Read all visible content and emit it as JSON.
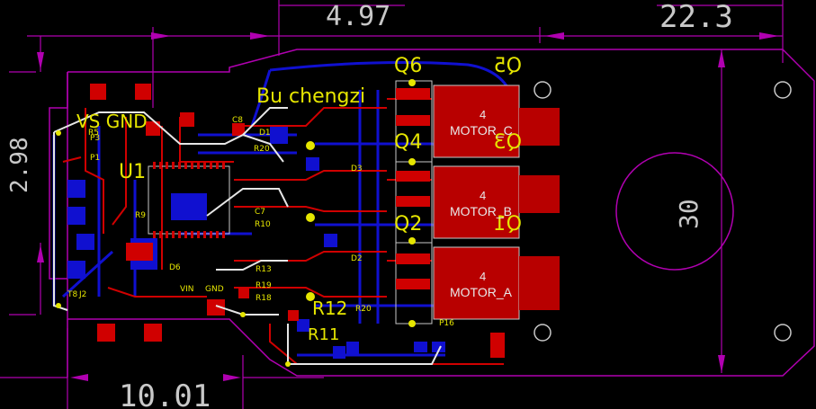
{
  "colors": {
    "background": "#000000",
    "outline": "#b000b0",
    "top_copper": "#d00000",
    "bottom_copper": "#1010d0",
    "silkscreen": "#e6e600",
    "dimension_text": "#c8c8c8",
    "pads": "#c8c8c8"
  },
  "dimensions": {
    "top_left": "4.97",
    "top_right": "22.3",
    "left": "2.98",
    "circle": "30",
    "bottom": "10.01"
  },
  "silkscreen": {
    "author": "Bu chengzi",
    "q6": "Q6",
    "q5": "Q5",
    "q4": "Q4",
    "q3": "Q3",
    "q2": "Q2",
    "q1": "Q1",
    "u1": "U1",
    "vs_gnd": "VS GND",
    "r12": "R12",
    "r11": "R11"
  },
  "motor_pads": [
    {
      "label": "MOTOR_C",
      "pin": "4"
    },
    {
      "label": "MOTOR_B",
      "pin": "4"
    },
    {
      "label": "MOTOR_A",
      "pin": "4"
    }
  ],
  "refdes": [
    "C8",
    "D1",
    "R20",
    "D3",
    "C7",
    "R10",
    "D2",
    "R13",
    "R18",
    "R19",
    "R20",
    "P16",
    "P3",
    "P1",
    "D6",
    "R9",
    "VIN",
    "GND",
    "T8",
    "J2",
    "R5"
  ]
}
